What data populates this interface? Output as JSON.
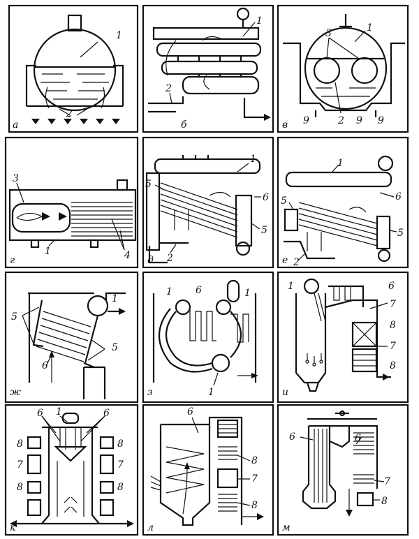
{
  "panels": [
    {
      "letter": "а",
      "numbers": [
        "1",
        "2"
      ]
    },
    {
      "letter": "б",
      "numbers": [
        "1",
        "2"
      ]
    },
    {
      "letter": "в",
      "numbers": [
        "1",
        "3",
        "2",
        "9",
        "9",
        "9"
      ]
    },
    {
      "letter": "г",
      "numbers": [
        "3",
        "1",
        "4"
      ]
    },
    {
      "letter": "д",
      "numbers": [
        "1",
        "5",
        "6",
        "5",
        "2"
      ]
    },
    {
      "letter": "е",
      "numbers": [
        "1",
        "5",
        "6",
        "5",
        "2"
      ]
    },
    {
      "letter": "ж",
      "numbers": [
        "1",
        "5",
        "5",
        "6"
      ]
    },
    {
      "letter": "з",
      "numbers": [
        "1",
        "6",
        "1",
        "1"
      ]
    },
    {
      "letter": "и",
      "numbers": [
        "1",
        "6",
        "7",
        "8",
        "7",
        "8"
      ]
    },
    {
      "letter": "к",
      "numbers": [
        "6",
        "1",
        "6",
        "8",
        "8",
        "7",
        "7",
        "8",
        "8"
      ]
    },
    {
      "letter": "л",
      "numbers": [
        "6",
        "8",
        "7",
        "8"
      ]
    },
    {
      "letter": "м",
      "numbers": [
        "6",
        "6",
        "7",
        "8"
      ]
    }
  ],
  "colors": {
    "ink": "#111111",
    "paper": "#ffffff"
  }
}
